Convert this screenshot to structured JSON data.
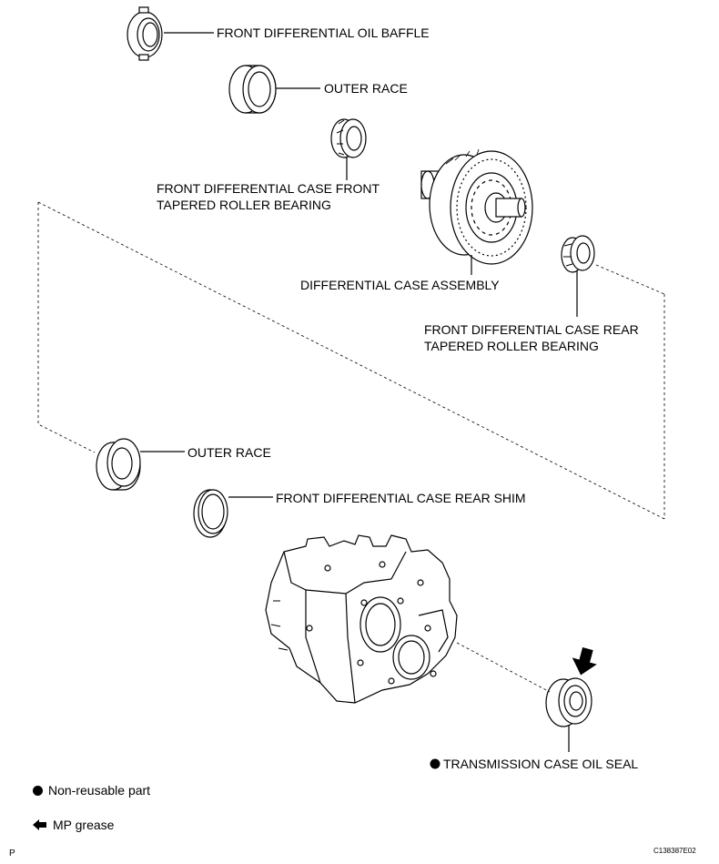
{
  "labels": {
    "oil_baffle": "FRONT DIFFERENTIAL OIL BAFFLE",
    "outer_race_top": "OUTER RACE",
    "front_bearing_line1": "FRONT DIFFERENTIAL CASE FRONT",
    "front_bearing_line2": "TAPERED ROLLER BEARING",
    "case_assembly": "DIFFERENTIAL CASE ASSEMBLY",
    "rear_bearing_line1": "FRONT DIFFERENTIAL CASE REAR",
    "rear_bearing_line2": "TAPERED ROLLER BEARING",
    "outer_race_bottom": "OUTER RACE",
    "rear_shim": "FRONT DIFFERENTIAL CASE REAR SHIM",
    "oil_seal": "TRANSMISSION CASE OIL SEAL"
  },
  "legend": {
    "non_reusable": "Non-reusable part",
    "mp_grease": "MP grease"
  },
  "footer": {
    "left": "P",
    "code": "C138387E02"
  }
}
